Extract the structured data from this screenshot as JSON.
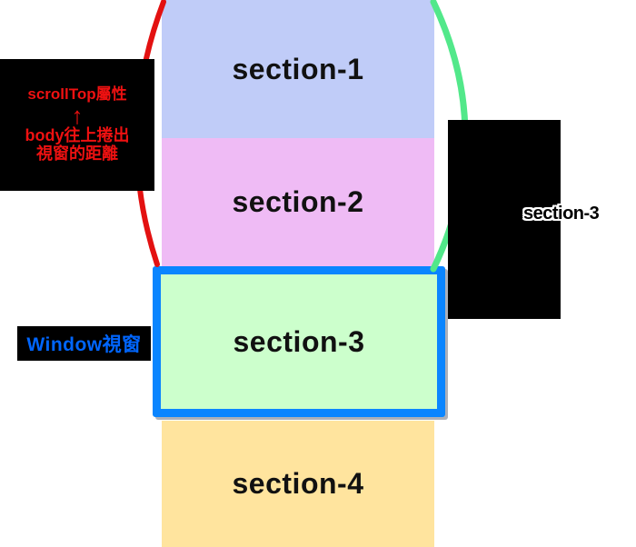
{
  "diagram": {
    "sections": [
      {
        "label": "section-1",
        "bg": "#c0ccf8"
      },
      {
        "label": "section-2",
        "bg": "#efbbf5"
      },
      {
        "label": "section-3",
        "bg": "#ccffcc"
      },
      {
        "label": "section-4",
        "bg": "#ffe49e"
      }
    ],
    "scrolltop_annotation": {
      "title": "scrollTop屬性",
      "arrow": "↑",
      "line2": "body往上捲出",
      "line3": "視窗的距離",
      "text_color": "#ee1111"
    },
    "window_annotation": {
      "label": "Window視窗",
      "text_color": "#0066ff"
    },
    "right_overlap_label": "section-3",
    "colors": {
      "viewport_border": "#0a85ff",
      "red_brace": "#e31111",
      "green_brace": "#52e88a"
    }
  }
}
